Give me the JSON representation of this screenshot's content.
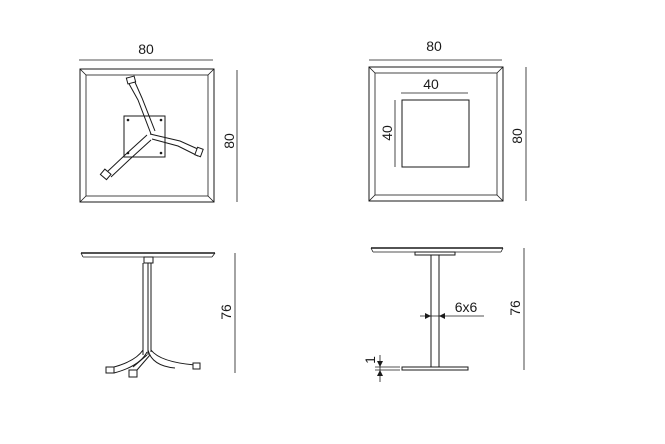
{
  "drawings": {
    "base_top_view": {
      "width_label": "80",
      "depth_label": "80"
    },
    "top_view_with_plate": {
      "width_label": "80",
      "depth_label": "80",
      "inner_width_label": "40",
      "inner_height_label": "40"
    },
    "base_side_view": {
      "height_label": "76"
    },
    "column_side_view": {
      "height_label": "76",
      "column_section_label": "6x6",
      "base_plate_thickness_label": "1"
    }
  },
  "colors": {
    "line": "#1a1a1a",
    "background": "#ffffff"
  }
}
